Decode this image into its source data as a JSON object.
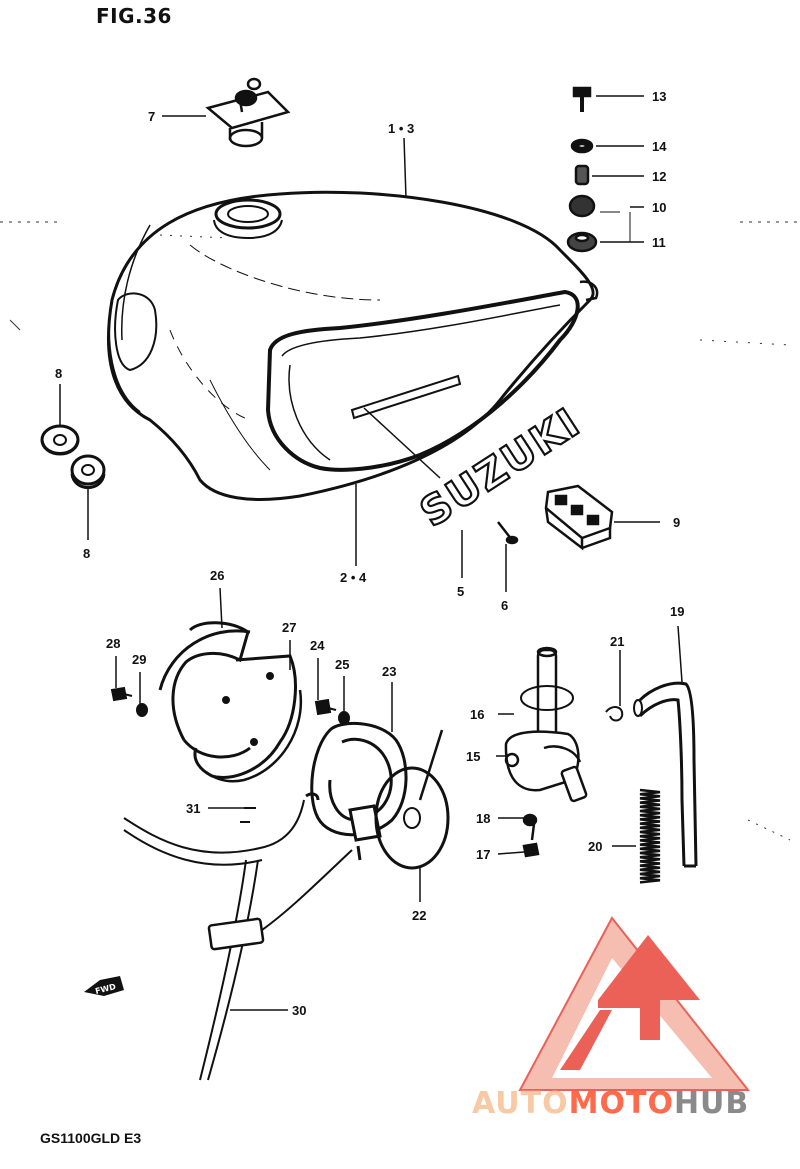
{
  "figure": {
    "title": "FIG.36",
    "model": "GS1100GLD E3"
  },
  "tank_brand": "SUZUKI",
  "direction_marker": "FWD",
  "callouts": [
    {
      "id": "c13",
      "text": "13"
    },
    {
      "id": "c14",
      "text": "14"
    },
    {
      "id": "c12",
      "text": "12"
    },
    {
      "id": "c10",
      "text": "10"
    },
    {
      "id": "c11",
      "text": "11"
    },
    {
      "id": "c7",
      "text": "7"
    },
    {
      "id": "c1-3",
      "text": "1 • 3"
    },
    {
      "id": "c8a",
      "text": "8"
    },
    {
      "id": "c8b",
      "text": "8"
    },
    {
      "id": "c2-4",
      "text": "2 • 4"
    },
    {
      "id": "c5",
      "text": "5"
    },
    {
      "id": "c6",
      "text": "6"
    },
    {
      "id": "c9",
      "text": "9"
    },
    {
      "id": "c26",
      "text": "26"
    },
    {
      "id": "c27",
      "text": "27"
    },
    {
      "id": "c28",
      "text": "28"
    },
    {
      "id": "c29",
      "text": "29"
    },
    {
      "id": "c24",
      "text": "24"
    },
    {
      "id": "c25",
      "text": "25"
    },
    {
      "id": "c23",
      "text": "23"
    },
    {
      "id": "c21",
      "text": "21"
    },
    {
      "id": "c19",
      "text": "19"
    },
    {
      "id": "c16",
      "text": "16"
    },
    {
      "id": "c15",
      "text": "15"
    },
    {
      "id": "c31",
      "text": "31"
    },
    {
      "id": "c18",
      "text": "18"
    },
    {
      "id": "c17",
      "text": "17"
    },
    {
      "id": "c20",
      "text": "20"
    },
    {
      "id": "c22",
      "text": "22"
    },
    {
      "id": "c30",
      "text": "30"
    }
  ],
  "watermark": {
    "part1": "AUTO",
    "part2": "MOTO",
    "part3": "HUB",
    "logo_color": "#e8453a",
    "logo_fill": "#f7b6a8"
  }
}
